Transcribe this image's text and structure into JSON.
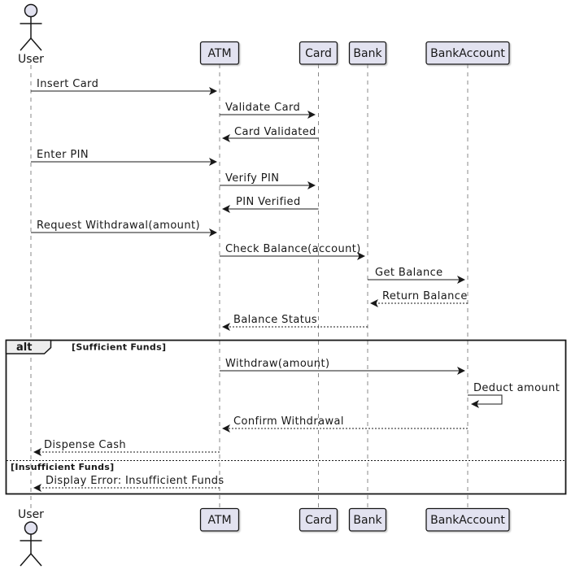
{
  "diagram": {
    "type": "uml-sequence",
    "participants": [
      {
        "name": "User",
        "kind": "actor"
      },
      {
        "name": "ATM",
        "kind": "participant"
      },
      {
        "name": "Card",
        "kind": "participant"
      },
      {
        "name": "Bank",
        "kind": "participant"
      },
      {
        "name": "BankAccount",
        "kind": "participant"
      }
    ],
    "messages": [
      {
        "from": "User",
        "to": "ATM",
        "label": "Insert Card",
        "line": "solid"
      },
      {
        "from": "ATM",
        "to": "Card",
        "label": "Validate Card",
        "line": "solid"
      },
      {
        "from": "Card",
        "to": "ATM",
        "label": "Card Validated",
        "line": "solid"
      },
      {
        "from": "User",
        "to": "ATM",
        "label": "Enter PIN",
        "line": "solid"
      },
      {
        "from": "ATM",
        "to": "Card",
        "label": "Verify PIN",
        "line": "solid"
      },
      {
        "from": "Card",
        "to": "ATM",
        "label": "PIN Verified",
        "line": "solid"
      },
      {
        "from": "User",
        "to": "ATM",
        "label": "Request Withdrawal(amount)",
        "line": "solid"
      },
      {
        "from": "ATM",
        "to": "Bank",
        "label": "Check Balance(account)",
        "line": "solid"
      },
      {
        "from": "Bank",
        "to": "BankAccount",
        "label": "Get Balance",
        "line": "solid"
      },
      {
        "from": "BankAccount",
        "to": "Bank",
        "label": "Return Balance",
        "line": "dashed"
      },
      {
        "from": "Bank",
        "to": "ATM",
        "label": "Balance Status",
        "line": "dashed"
      },
      {
        "from": "ATM",
        "to": "BankAccount",
        "label": "Withdraw(amount)",
        "line": "solid"
      },
      {
        "from": "BankAccount",
        "to": "BankAccount",
        "label": "Deduct amount",
        "line": "self"
      },
      {
        "from": "BankAccount",
        "to": "ATM",
        "label": "Confirm Withdrawal",
        "line": "dashed"
      },
      {
        "from": "ATM",
        "to": "User",
        "label": "Dispense Cash",
        "line": "dashed"
      },
      {
        "from": "ATM",
        "to": "User",
        "label": "Display Error: Insufficient Funds",
        "line": "dashed"
      }
    ],
    "fragment": {
      "operator": "alt",
      "guards": [
        "[Sufficient Funds]",
        "[Insufficient Funds]"
      ]
    },
    "colors": {
      "participant_fill": "#E2E2F0",
      "participant_border": "#181818",
      "lifeline": "#888888",
      "message": "#181818",
      "fragment_border": "#181818",
      "fragment_tab_fill": "#EEEEEE",
      "background": "#FFFFFF"
    }
  }
}
